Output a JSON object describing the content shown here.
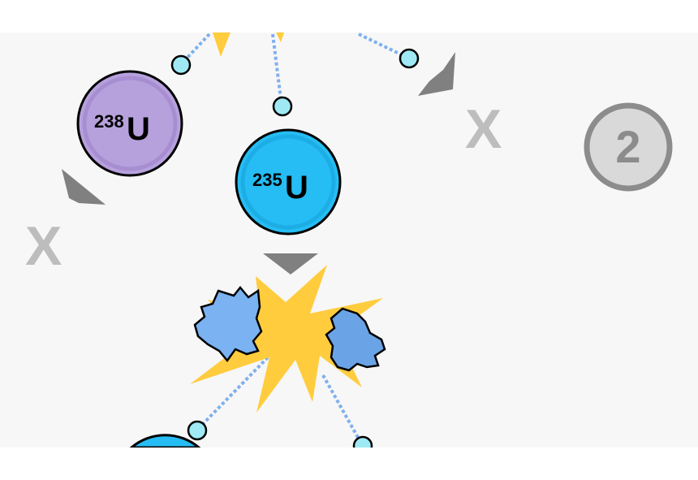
{
  "nuclei": [
    {
      "id": "u238",
      "mass": "238",
      "symbol": "U",
      "fill": "#b7a1dd",
      "ring": "#9d82c9"
    },
    {
      "id": "u235",
      "mass": "235",
      "symbol": "U",
      "fill": "#25bdf3",
      "ring": "#1aa6de"
    }
  ],
  "x_marks": [
    "X",
    "X"
  ],
  "step_badge": {
    "number": "2"
  },
  "colors": {
    "background_band": "#f7f7f7",
    "neutron": "#9ee9f4",
    "neutron_path": "#7fb0ee",
    "arrow": "#808080",
    "flash": "#ffcc3d",
    "fragment_left": "#7ab2f2",
    "fragment_right": "#6aa3e6"
  }
}
